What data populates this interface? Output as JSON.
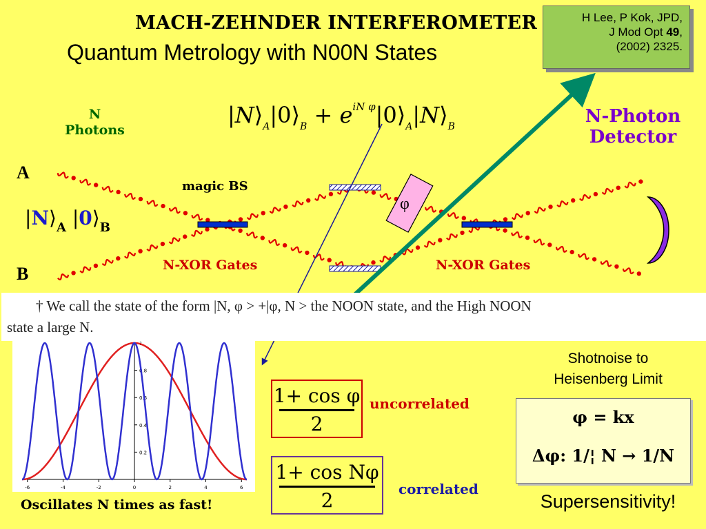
{
  "title": "MACH-ZEHNDER INTERFEROMETER",
  "subtitle": "Quantum Metrology with N00N States",
  "reference": {
    "line1": "H Lee, P Kok, JPD,",
    "line2_a": "J Mod Opt ",
    "line2_b": "49",
    "line2_c": ",",
    "line3": "(2002) 2325."
  },
  "n_photons": {
    "line1": "N",
    "line2": "Photons"
  },
  "detector": {
    "line1": "N-Photon",
    "line2": "Detector"
  },
  "ports": {
    "a": "A",
    "b": "B"
  },
  "input_state": {
    "bar1": "|",
    "n": "N",
    "rangle1": "⟩",
    "sub_a": "A",
    "bar2": " |",
    "zero": "0",
    "rangle2": "⟩",
    "sub_b": "B"
  },
  "noon_state": {
    "p1": "|",
    "n1": "N",
    "p2": "⟩",
    "sa": "A",
    "p3": "|0⟩",
    "sb": "B",
    "plus": " + ",
    "e": "e",
    "exp": "iN φ",
    "p4": "|0⟩",
    "sa2": "A",
    "p5": "|",
    "n2": "N",
    "p6": "⟩",
    "sb2": "B"
  },
  "magic_bs": "magic BS",
  "phase": "φ",
  "nxor_left": "N-XOR Gates",
  "nxor_right": "N-XOR Gates",
  "footnote": {
    "line1": "† We call the state of the form |N, φ > +|φ, N > the NOON state, and the High NOON",
    "line2": "state a large N."
  },
  "oscillates": "Oscillates N times as fast!",
  "uncorrelated": {
    "numerator": "1+ cos φ",
    "denominator": "2",
    "label": "uncorrelated"
  },
  "correlated": {
    "numerator": "1+ cos Nφ",
    "denominator": "2",
    "label": "correlated"
  },
  "shotnoise": {
    "line1": "Shotnoise to",
    "line2": "Heisenberg Limit"
  },
  "equations": {
    "eq1": "φ = kx",
    "eq2": "Δφ:  1/¦ N → 1/N"
  },
  "supersensitivity": "Supersensitivity!",
  "plot": {
    "x_ticks": [
      "-6",
      "-4",
      "-2",
      "0",
      "2",
      "4",
      "6"
    ],
    "y_ticks": [
      "1",
      "0.8",
      "0.6",
      "0.4",
      "0.2"
    ],
    "xlim": [
      -6.3,
      6.3
    ],
    "ylim": [
      0,
      1
    ],
    "series_colors": {
      "slow": "#e02020",
      "fast": "#3030d0"
    },
    "fast_factor": 5
  },
  "colors": {
    "background": "#ffff66",
    "beam": "#e00000",
    "arrow": "#008866",
    "bs": "#0030cc",
    "detector": "#8a2be2",
    "phase_plate": "#ffb3e6"
  }
}
